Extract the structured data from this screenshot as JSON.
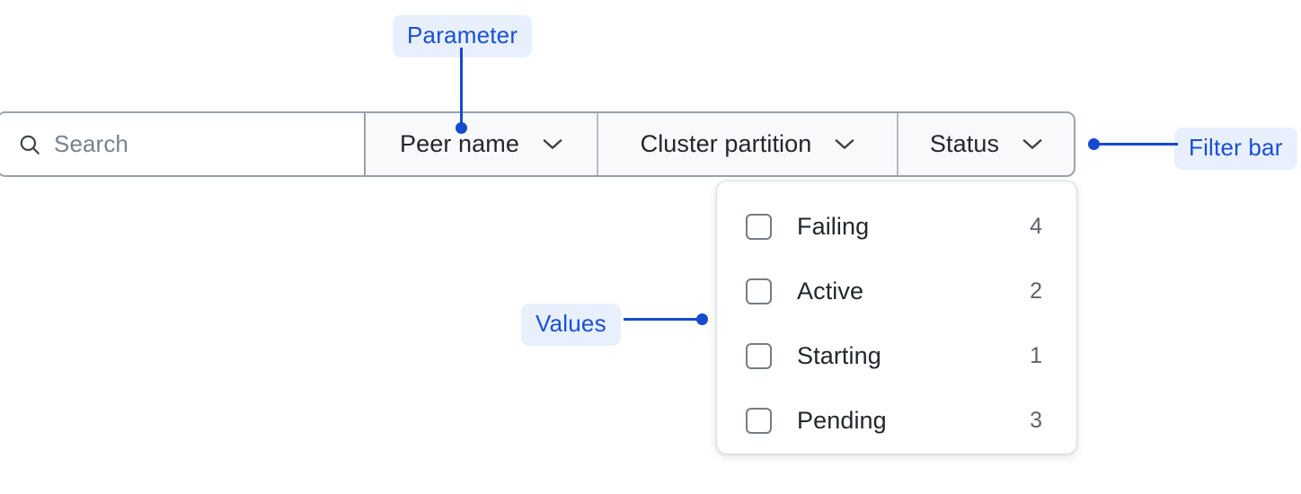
{
  "filter_bar": {
    "search": {
      "icon": "search-icon",
      "placeholder": "Search",
      "value": ""
    },
    "segments": [
      {
        "label": "Peer name",
        "icon": "chevron-down-icon"
      },
      {
        "label": "Cluster partition",
        "icon": "chevron-down-icon"
      },
      {
        "label": "Status",
        "icon": "chevron-down-icon"
      }
    ]
  },
  "dropdown": {
    "open_for": "Status",
    "options": [
      {
        "label": "Failing",
        "count": "4",
        "checked": false
      },
      {
        "label": "Active",
        "count": "2",
        "checked": false
      },
      {
        "label": "Starting",
        "count": "1",
        "checked": false
      },
      {
        "label": "Pending",
        "count": "3",
        "checked": false
      }
    ]
  },
  "annotations": [
    {
      "label": "Parameter",
      "target": "segment-label"
    },
    {
      "label": "Filter bar",
      "target": "filter-bar"
    },
    {
      "label": "Values",
      "target": "dropdown-options"
    }
  ],
  "colors": {
    "annotation_text": "#1a4fd6",
    "annotation_background": "#e8f0fe",
    "annotation_line": "#1549cf",
    "bar_border": "#9aa0ac",
    "segment_background": "#f8f9fa",
    "text_primary": "#23262b",
    "text_muted": "#5f6368",
    "placeholder": "#7b8089"
  }
}
